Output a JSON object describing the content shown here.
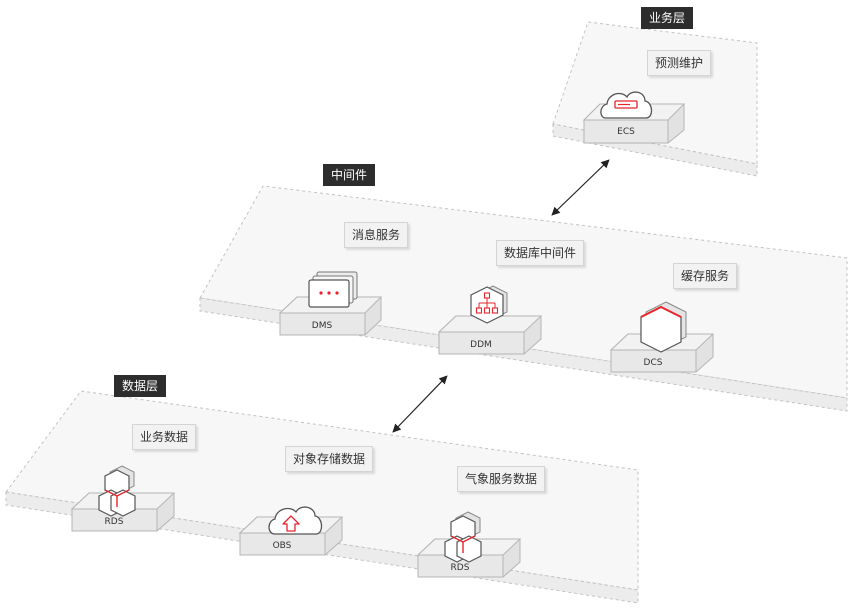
{
  "layers": {
    "business": {
      "tag": "业务层",
      "labels": [
        "预测维护"
      ],
      "services": [
        {
          "name": "ECS",
          "icon": "cloud-server-icon"
        }
      ]
    },
    "middleware": {
      "tag": "中间件",
      "labels": [
        "消息服务",
        "数据库中间件",
        "缓存服务"
      ],
      "services": [
        {
          "name": "DMS",
          "icon": "message-window-icon"
        },
        {
          "name": "DDM",
          "icon": "database-hierarchy-icon"
        },
        {
          "name": "DCS",
          "icon": "hexagon-cache-icon"
        }
      ]
    },
    "data": {
      "tag": "数据层",
      "labels": [
        "业务数据",
        "对象存储数据",
        "气象服务数据"
      ],
      "services": [
        {
          "name": "RDS",
          "icon": "hexagon-cluster-icon"
        },
        {
          "name": "OBS",
          "icon": "cloud-upload-icon"
        },
        {
          "name": "RDS",
          "icon": "hexagon-cluster-icon"
        }
      ]
    }
  },
  "colors": {
    "accent": "#e5242b",
    "tag_bg": "#2d2d2d",
    "platform_fill": "#f7f7f7",
    "platform_border": "#c2c2c2"
  }
}
